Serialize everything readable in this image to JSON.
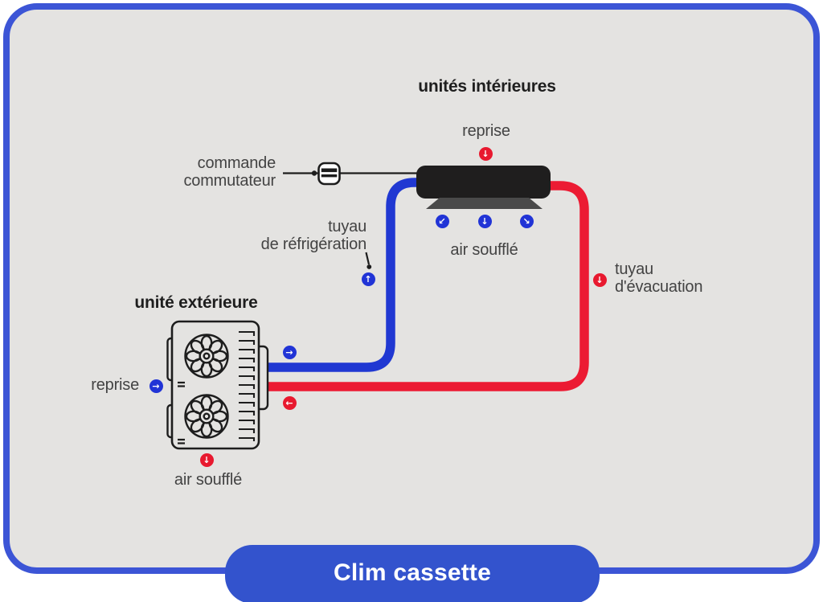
{
  "title": {
    "label": "Clim cassette"
  },
  "labels": {
    "indoor_heading": "unités intérieures",
    "indoor_reprise": "reprise",
    "indoor_air_souffle": "air soufflé",
    "commande_commutateur": "commande\ncommutateur",
    "tuyau_refrigeration": "tuyau\nde réfrigération",
    "tuyau_evacuation": "tuyau\nd'évacuation",
    "outdoor_heading": "unité extérieure",
    "outdoor_reprise": "reprise",
    "outdoor_air_souffle": "air soufflé"
  },
  "badges": {
    "indoor_reprise": {
      "glyph": "↓",
      "color": "red"
    },
    "indoor_out_left": {
      "glyph": "↙",
      "color": "blue"
    },
    "indoor_out_mid": {
      "glyph": "↓",
      "color": "blue"
    },
    "indoor_out_right": {
      "glyph": "↘",
      "color": "blue"
    },
    "refrigeration_up": {
      "glyph": "↑",
      "color": "blue"
    },
    "evacuation_down": {
      "glyph": "↓",
      "color": "red"
    },
    "outdoor_pipe_out": {
      "glyph": "→",
      "color": "blue"
    },
    "outdoor_pipe_return": {
      "glyph": "←",
      "color": "red"
    },
    "outdoor_reprise": {
      "glyph": "→",
      "color": "blue"
    },
    "outdoor_air_souffle": {
      "glyph": "↓",
      "color": "red"
    }
  },
  "colors": {
    "page-bg": "#ffffff",
    "card-bg": "#e4e3e1",
    "border-blue": "#3c55d6",
    "pill-blue": "#3353cd",
    "pipe-blue": "#2038d2",
    "pipe-red": "#ec1b33",
    "badge-blue": "#2134d6",
    "badge-red": "#e8192f",
    "line-dark": "#1d1d1d",
    "label-gray": "#434343",
    "heading-dark": "#1e1e1e",
    "unit-black": "#1f1e1e",
    "diffuser-gray": "#4a4a4a"
  }
}
